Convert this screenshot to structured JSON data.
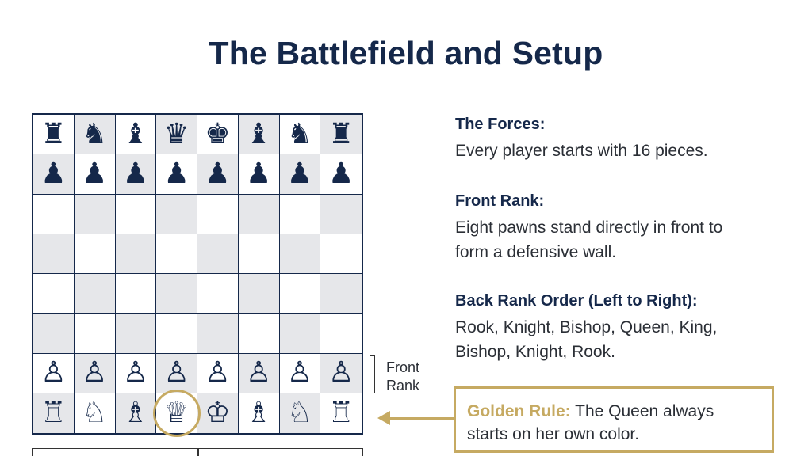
{
  "title": "The Battlefield and Setup",
  "board": {
    "rows": [
      [
        "♜",
        "♞",
        "♝",
        "♛",
        "♚",
        "♝",
        "♞",
        "♜"
      ],
      [
        "♟",
        "♟",
        "♟",
        "♟",
        "♟",
        "♟",
        "♟",
        "♟"
      ],
      [
        "",
        "",
        "",
        "",
        "",
        "",
        "",
        ""
      ],
      [
        "",
        "",
        "",
        "",
        "",
        "",
        "",
        ""
      ],
      [
        "",
        "",
        "",
        "",
        "",
        "",
        "",
        ""
      ],
      [
        "",
        "",
        "",
        "",
        "",
        "",
        "",
        ""
      ],
      [
        "♙",
        "♙",
        "♙",
        "♙",
        "♙",
        "♙",
        "♙",
        "♙"
      ],
      [
        "♖",
        "♘",
        "♗",
        "♕",
        "♔",
        "♗",
        "♘",
        "♖"
      ]
    ],
    "highlighted_square": "queen-d1"
  },
  "front_rank_label": [
    "Front",
    "Rank"
  ],
  "sections": [
    {
      "heading": "The Forces:",
      "lines": [
        "Every player starts with 16 pieces."
      ]
    },
    {
      "heading": "Front Rank:",
      "lines": [
        "Eight pawns stand directly in front to",
        "form a defensive wall."
      ]
    },
    {
      "heading": "Back Rank Order (Left to Right):",
      "lines": [
        "Rook, Knight, Bishop, Queen, King,",
        "Bishop, Knight, Rook."
      ]
    }
  ],
  "golden_rule": {
    "label": "Golden Rule:",
    "line1": " The Queen always",
    "line2": "starts on her own color."
  },
  "colors": {
    "navy": "#15284a",
    "gold": "#c6aa62",
    "dark_square": "#e6e7ea",
    "light_square": "#ffffff"
  }
}
